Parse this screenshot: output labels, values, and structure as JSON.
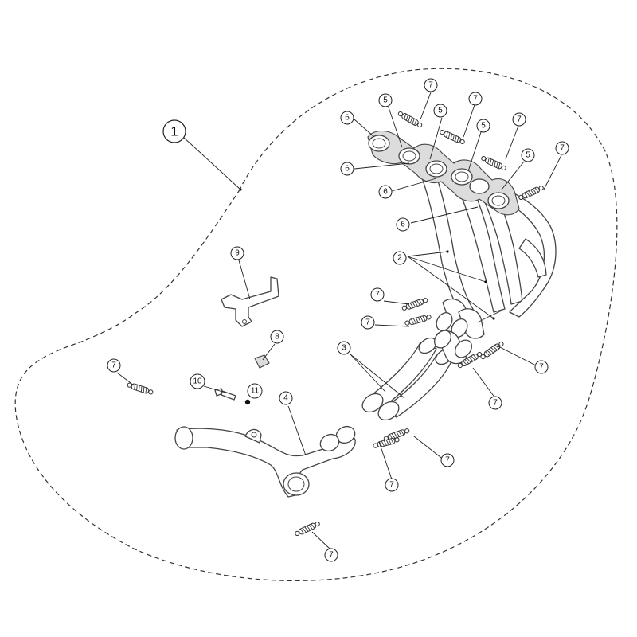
{
  "callouts": {
    "assembly": "1",
    "header_pipes": "2",
    "mid_pipes": "3",
    "link_pipe": "4",
    "gasket": "5",
    "flange": "6",
    "spring": "7",
    "nut": "8",
    "bracket": "9",
    "bolt": "10",
    "washer": "11"
  }
}
